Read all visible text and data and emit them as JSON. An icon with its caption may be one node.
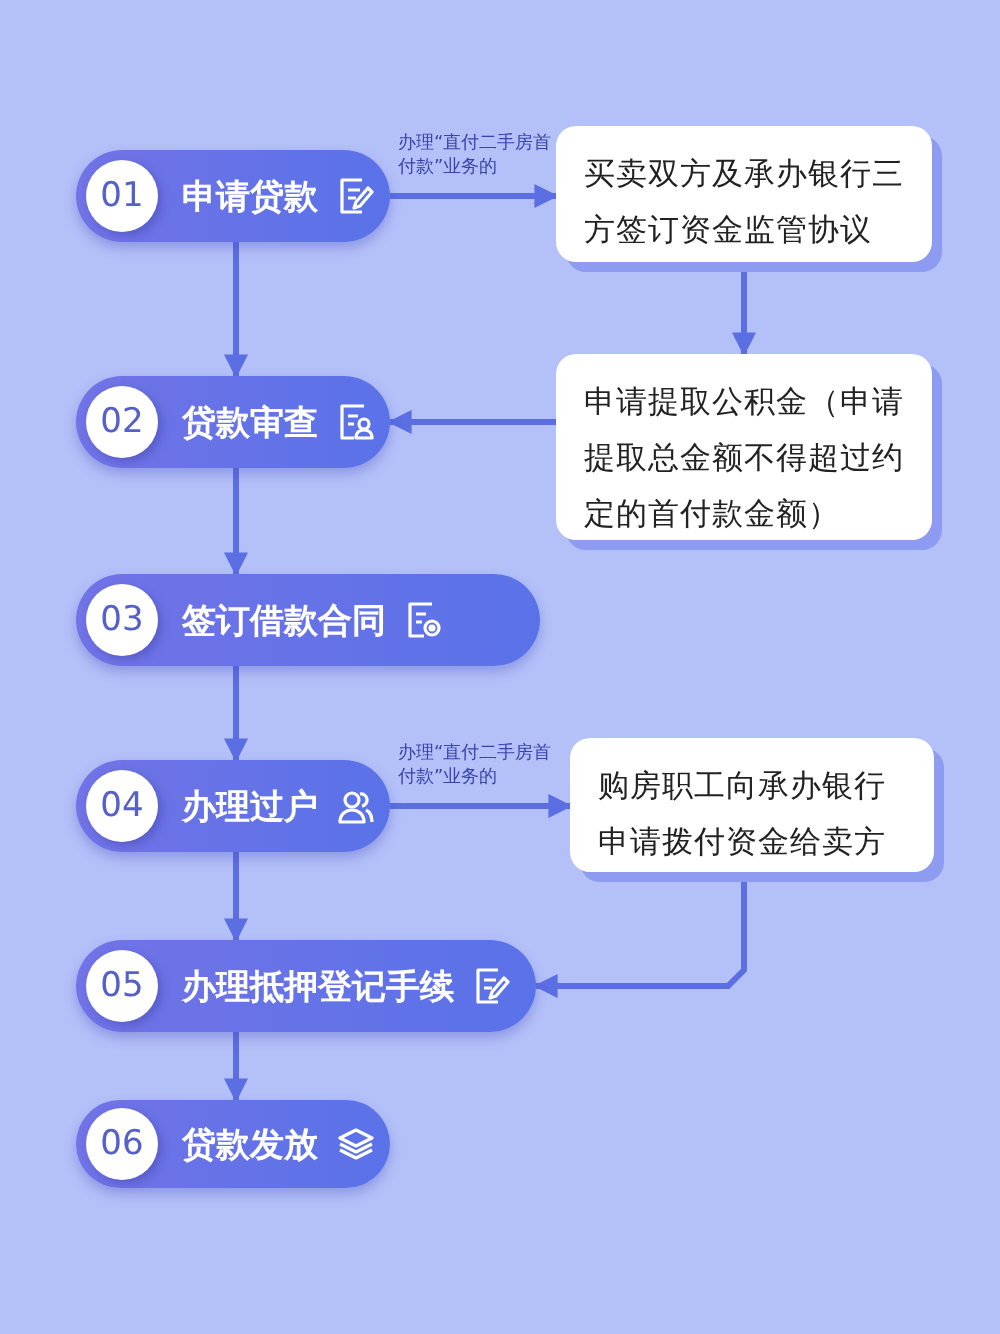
{
  "diagram": {
    "nodes": [
      {
        "text": [
          "01",
          "申请贷款"
        ]
      },
      {
        "text": [
          "02",
          "贷款审查"
        ]
      },
      {
        "text": [
          "03",
          "签订借款合同"
        ]
      },
      {
        "text": [
          "04",
          "办理过户"
        ]
      },
      {
        "text": [
          "05",
          "办理抵押登记手续"
        ]
      },
      {
        "text": [
          "06",
          "贷款发放"
        ]
      },
      {
        "text": [
          "买卖双方及承办银行三方签订资金监管协议"
        ]
      },
      {
        "text": [
          "申请提取公积金（申请提取总金额不得超过约定的首付款金额）"
        ]
      },
      {
        "text": [
          "购房职工向承办银行申请拨付资金给卖方"
        ]
      }
    ],
    "edges": [
      {
        "from": 0,
        "to": 1,
        "arrow": "to"
      },
      {
        "from": 1,
        "to": 2,
        "arrow": "to"
      },
      {
        "from": 2,
        "to": 3,
        "arrow": "to"
      },
      {
        "from": 3,
        "to": 4,
        "arrow": "to"
      },
      {
        "from": 4,
        "to": 5,
        "arrow": "to"
      },
      {
        "from": 0,
        "to": 6,
        "arrow": "to",
        "label": "办理“直付二手房首付款”业务的"
      },
      {
        "from": 6,
        "to": 7,
        "arrow": "to"
      },
      {
        "from": 7,
        "to": 1,
        "arrow": "to"
      },
      {
        "from": 3,
        "to": 8,
        "arrow": "to",
        "label": "办理“直付二手房首付款”业务的"
      },
      {
        "from": 8,
        "to": 4,
        "arrow": "to"
      }
    ]
  }
}
